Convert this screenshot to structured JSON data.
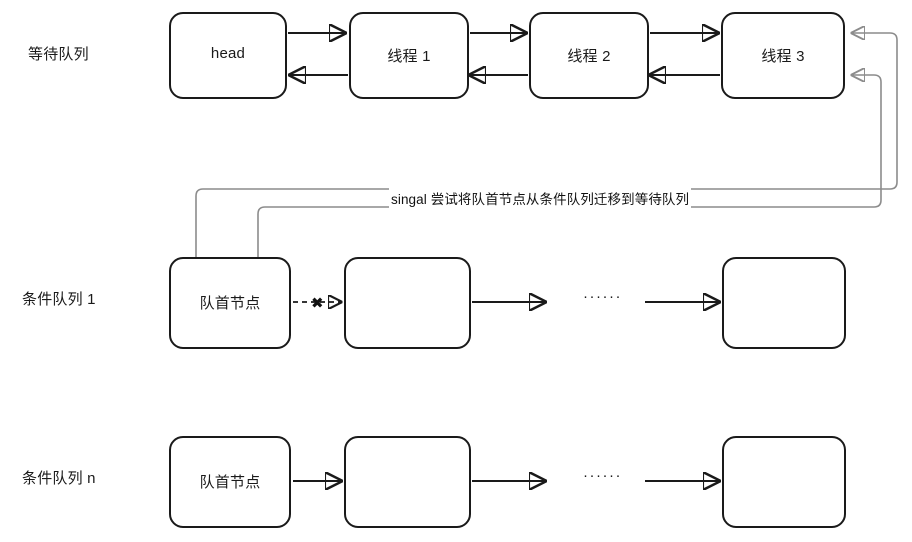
{
  "diagram": {
    "title_note": "AQS condition queue to wait queue migration diagram",
    "colors": {
      "stroke_dark": "#1a1a1a",
      "stroke_gray": "#8c8c8c",
      "text": "#1a1a1a",
      "background": "#ffffff"
    },
    "rows": [
      {
        "id": "wait-queue",
        "label": "等待队列",
        "nodes": [
          {
            "id": "head",
            "label": "head"
          },
          {
            "id": "thread-1",
            "label": "线程 1"
          },
          {
            "id": "thread-2",
            "label": "线程 2"
          },
          {
            "id": "thread-3",
            "label": "线程 3"
          }
        ]
      },
      {
        "id": "condition-queue-1",
        "label": "条件队列 1",
        "nodes": [
          {
            "id": "cq1-head-node",
            "label": "队首节点"
          },
          {
            "id": "cq1-node-2",
            "label": ""
          },
          {
            "id": "cq1-node-last",
            "label": ""
          }
        ],
        "ellipsis": "······",
        "blocked_marker": "✖"
      },
      {
        "id": "condition-queue-n",
        "label": "条件队列 n",
        "nodes": [
          {
            "id": "cqn-head-node",
            "label": "队首节点"
          },
          {
            "id": "cqn-node-2",
            "label": ""
          },
          {
            "id": "cqn-node-last",
            "label": ""
          }
        ],
        "ellipsis": "······"
      }
    ],
    "annotations": {
      "signal_label": "singal 尝试将队首节点从条件队列迁移到等待队列"
    }
  }
}
